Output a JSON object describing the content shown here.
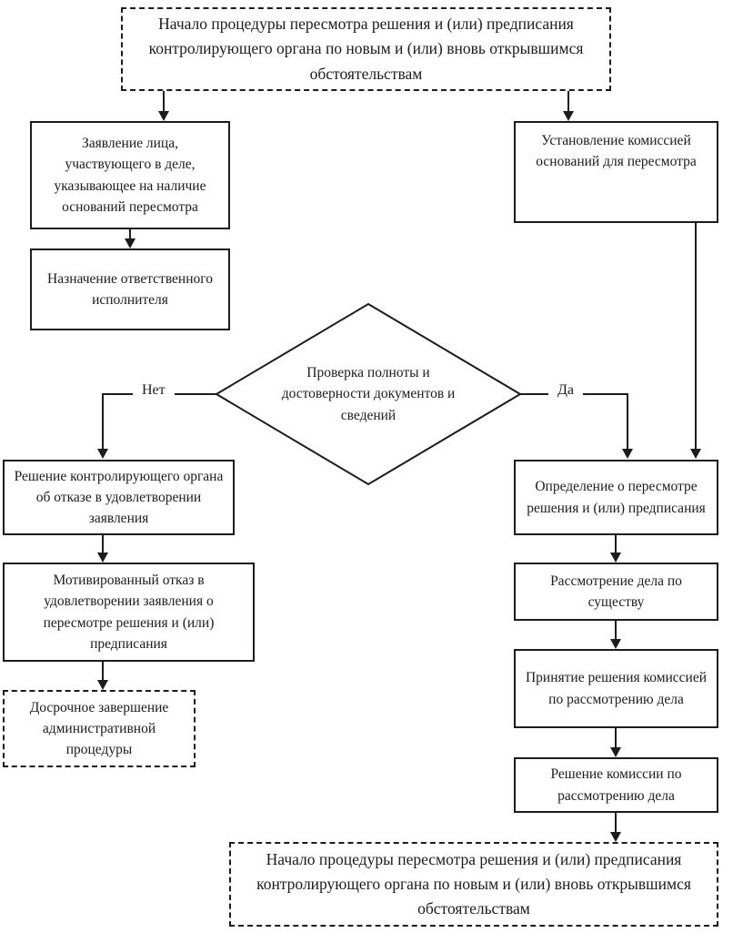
{
  "figure": {
    "background": "#ffffff",
    "ink_color": "#1c1c1c",
    "type": "flowchart",
    "language": "ru"
  },
  "nodes": {
    "start": {
      "label": "Начало процедуры пересмотра решения и (или) предписания контролирующего органа по новым и (или) вновь открывшимся обстоятельствам",
      "style": "dashed"
    },
    "application": {
      "label": "Заявление лица, участвующего в деле, указывающее на наличие оснований пересмотра",
      "style": "solid"
    },
    "commission_grounds": {
      "label": "Установление комиссией оснований для пересмотра",
      "style": "solid"
    },
    "assign_executor": {
      "label": "Назначение ответственного исполнителя",
      "style": "solid"
    },
    "check_decision": {
      "label": "Проверка полноты и достоверности документов и сведений",
      "style": "diamond"
    },
    "refusal_decision": {
      "label": "Решение контролирующего органа об отказе в удовлетворении заявления",
      "style": "solid"
    },
    "motivated_refusal": {
      "label": "Мотивированный отказ в удовлетворении заявления о пересмотре решения и (или) предписания",
      "style": "solid"
    },
    "early_termination": {
      "label": "Досрочное завершение административной процедуры",
      "style": "dashed"
    },
    "review_ruling": {
      "label": "Определение о пересмотре решения и (или) предписания",
      "style": "solid"
    },
    "merits_review": {
      "label": "Рассмотрение дела по существу",
      "style": "solid"
    },
    "commission_decision_making": {
      "label": "Принятие решения комиссией по рассмотрению дела",
      "style": "solid"
    },
    "commission_decision": {
      "label": "Решение комиссии по рассмотрению дела",
      "style": "solid"
    },
    "end": {
      "label": "Начало процедуры пересмотра решения и (или) предписания контролирующего органа по новым и (или) вновь открывшимся обстоятельствам",
      "style": "dashed"
    }
  },
  "branch_labels": {
    "no": "Нет",
    "yes": "Да"
  }
}
